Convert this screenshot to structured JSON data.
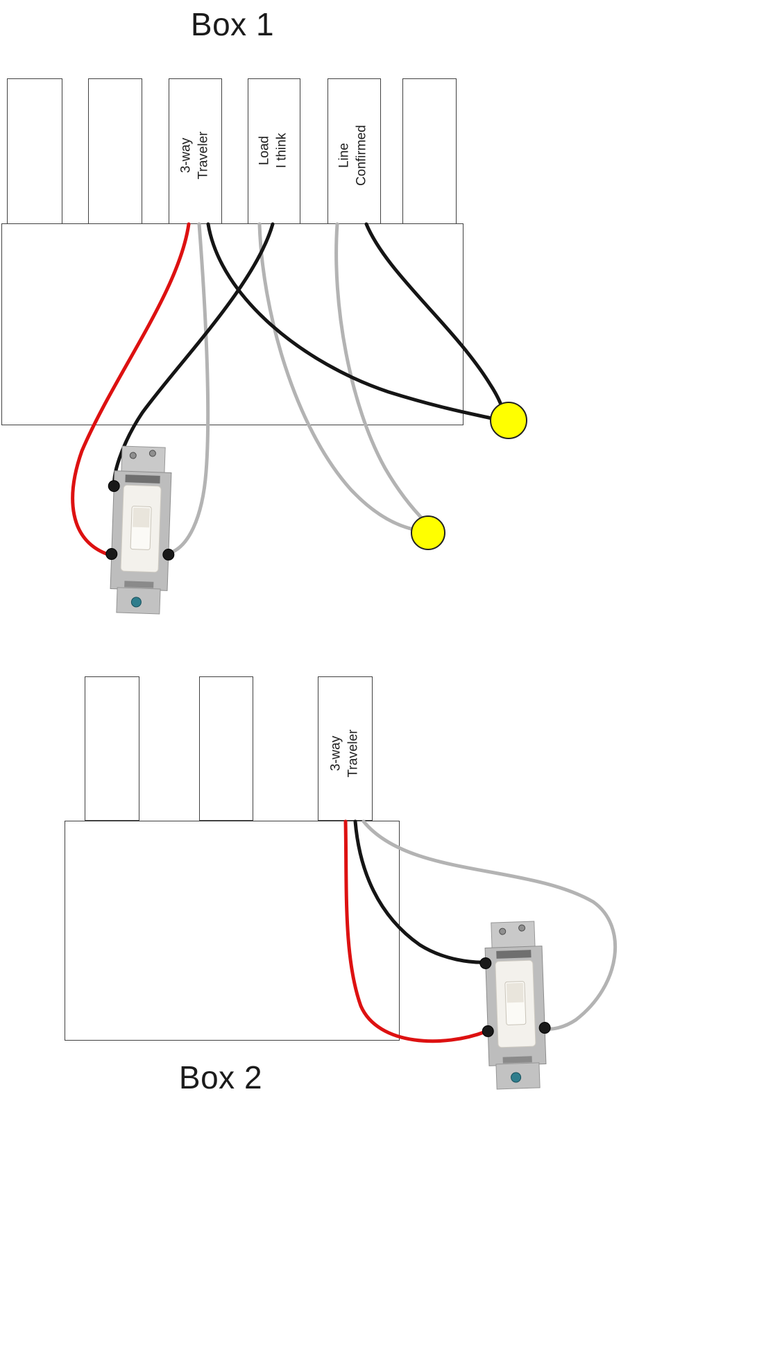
{
  "diagram": {
    "box1": {
      "title": "Box 1",
      "cable_labels": [
        {
          "line1": "3-way",
          "line2": "Traveler"
        },
        {
          "line1": "Load",
          "line2": "I think"
        },
        {
          "line1": "Line",
          "line2": "Confirmed"
        }
      ]
    },
    "box2": {
      "title": "Box 2",
      "cable_labels": [
        {
          "line1": "3-way",
          "line2": "Traveler"
        }
      ]
    },
    "colors": {
      "wire_red": "#dd1111",
      "wire_black": "#151515",
      "wire_gray": "#b3b3b3",
      "wire_nut_yellow": "#ffff00"
    }
  }
}
